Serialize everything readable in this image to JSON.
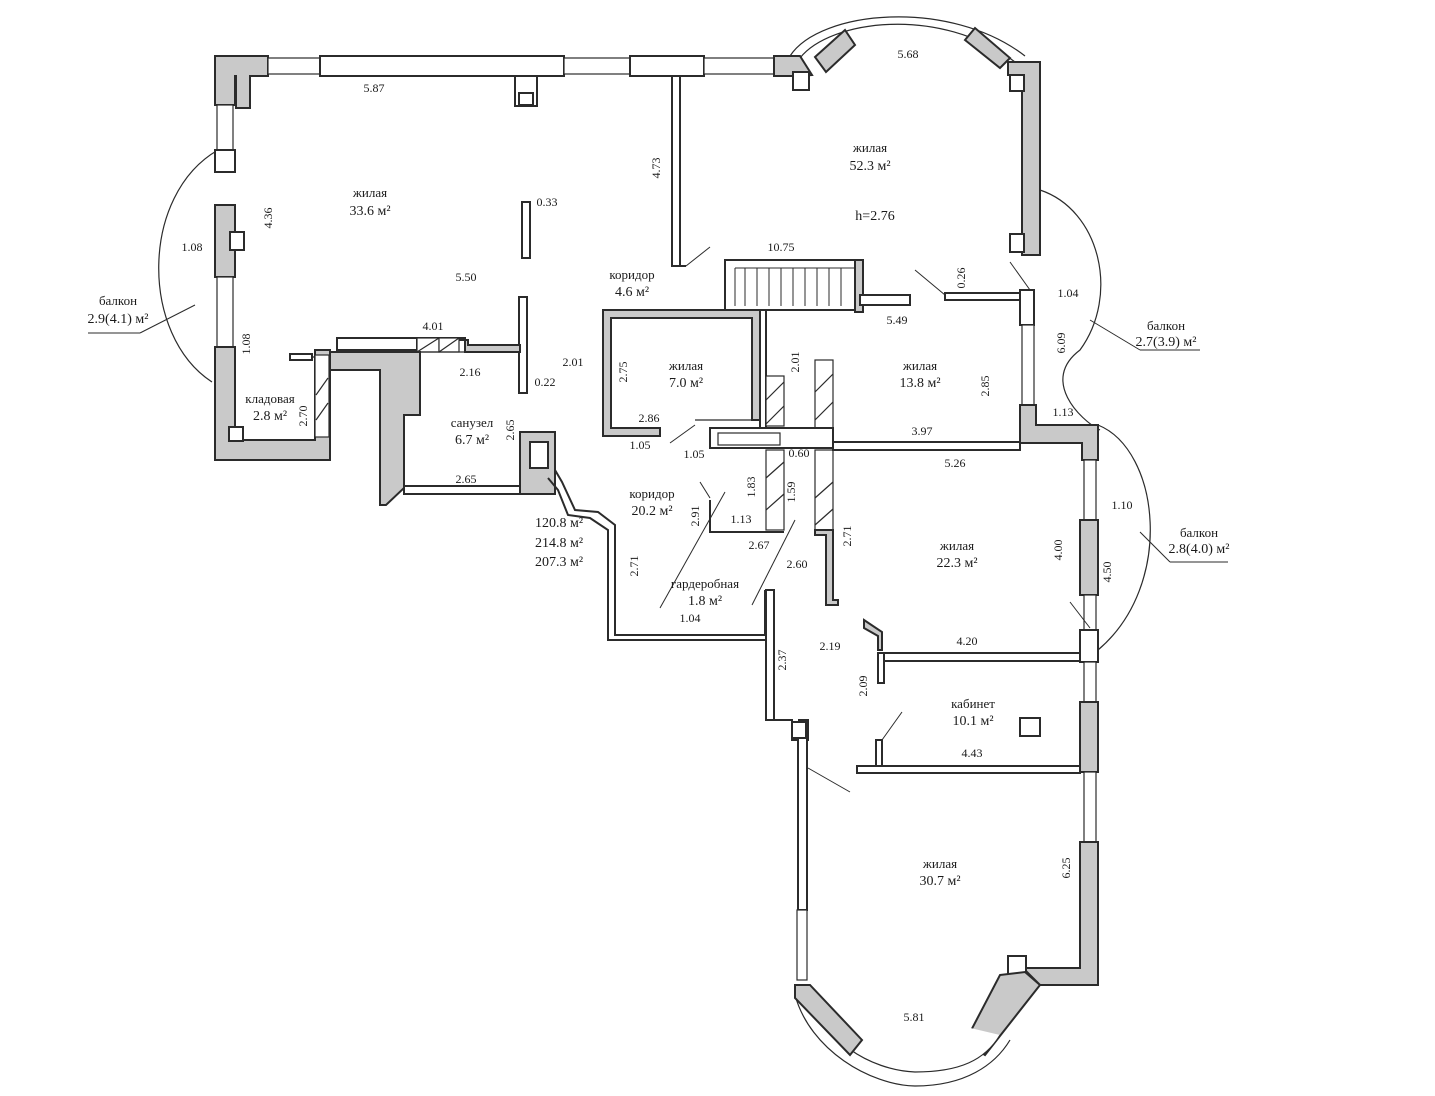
{
  "rooms": {
    "living1": {
      "name": "жилая",
      "area": "33.6 м²"
    },
    "living2": {
      "name": "жилая",
      "area": "52.3 м²",
      "height": "h=2.76"
    },
    "corridor1": {
      "name": "коридор",
      "area": "4.6 м²"
    },
    "storage": {
      "name": "кладовая",
      "area": "2.8 м²"
    },
    "bathroom": {
      "name": "санузел",
      "area": "6.7 м²"
    },
    "living3": {
      "name": "жилая",
      "area": "7.0 м²"
    },
    "living4": {
      "name": "жилая",
      "area": "13.8 м²"
    },
    "corridor2": {
      "name": "коридор",
      "area": "20.2 м²"
    },
    "wardrobe": {
      "name": "гардеробная",
      "area": "1.8 м²"
    },
    "living5": {
      "name": "жилая",
      "area": "22.3 м²"
    },
    "office": {
      "name": "кабинет",
      "area": "10.1 м²"
    },
    "living6": {
      "name": "жилая",
      "area": "30.7 м²"
    }
  },
  "balconies": {
    "west": {
      "name": "балкон",
      "area": "2.9(4.1) м²"
    },
    "east1": {
      "name": "балкон",
      "area": "2.7(3.9) м²"
    },
    "east2": {
      "name": "балкон",
      "area": "2.8(4.0) м²"
    }
  },
  "totals": [
    "120.8 м²",
    "214.8 м²",
    "207.3 м²"
  ],
  "dimensions": {
    "d587": "5.87",
    "d568": "5.68",
    "d473": "4.73",
    "d436": "4.36",
    "d108a": "1.08",
    "d033": "0.33",
    "d550": "5.50",
    "d1075": "10.75",
    "d026": "0.26",
    "d104a": "1.04",
    "d401": "4.01",
    "d108b": "1.08",
    "d216": "2.16",
    "d022": "0.22",
    "d201a": "2.01",
    "d270": "2.70",
    "d265a": "2.65",
    "d265b": "2.65",
    "d275": "2.75",
    "d286": "2.86",
    "d105a": "1.05",
    "d105b": "1.05",
    "d201b": "2.01",
    "d549": "5.49",
    "d285": "2.85",
    "d609": "6.09",
    "d113a": "1.13",
    "d397": "3.97",
    "d060": "0.60",
    "d526": "5.26",
    "d110": "1.10",
    "d183": "1.83",
    "d159": "1.59",
    "d291": "2.91",
    "d113b": "1.13",
    "d267": "2.67",
    "d260": "2.60",
    "d271a": "2.71",
    "d271b": "2.71",
    "d400": "4.00",
    "d450": "4.50",
    "d104b": "1.04",
    "d219": "2.19",
    "d420": "4.20",
    "d237": "2.37",
    "d209": "2.09",
    "d443": "4.43",
    "d625": "6.25",
    "d581": "5.81"
  }
}
